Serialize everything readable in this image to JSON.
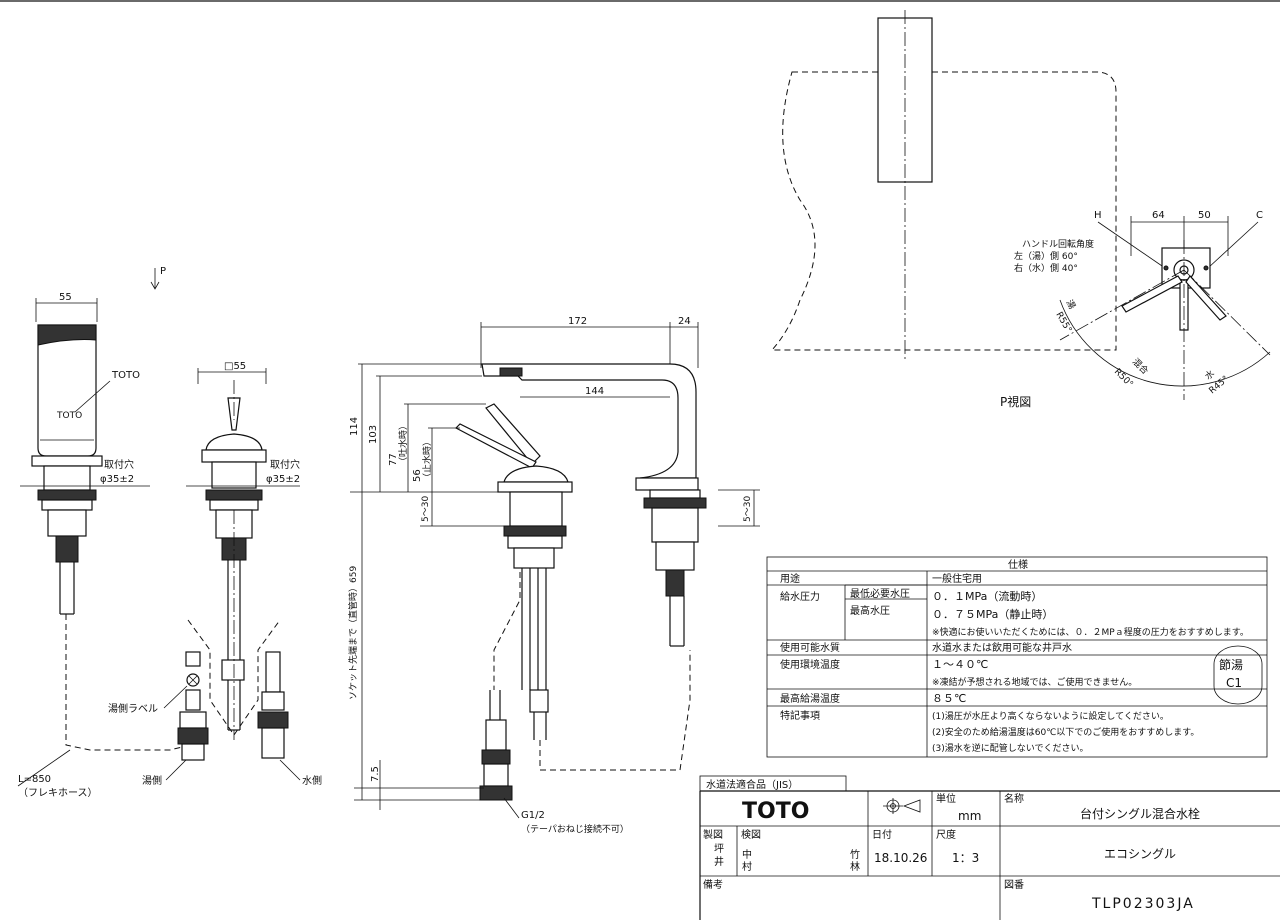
{
  "front_view": {
    "width_dim": "55",
    "brand_label": "TOTO",
    "mount_hole_label": "取付穴",
    "mount_hole_value": "φ35±2",
    "hose_length": "L=850",
    "hose_note": "（フレキホース）",
    "p_arrow_label": "P"
  },
  "side_view": {
    "width_dim": "□55",
    "mount_hole_label": "取付穴",
    "mount_hole_value": "φ35±2",
    "hot_label_note": "湯側ラベル",
    "hot_side": "湯側",
    "cold_side": "水側"
  },
  "elevation": {
    "dim_172": "172",
    "dim_24": "24",
    "dim_144": "144",
    "dim_114": "114",
    "dim_103": "103",
    "dim_77": "77",
    "note_77": "（吐水時）",
    "dim_56": "56",
    "note_56": "（止水時）",
    "dim_5_30_left": "5〜30",
    "dim_5_30_right": "5〜30",
    "dim_659": "ソケット先端まで（直管時）659",
    "dim_7_5": "7.5",
    "thread": "G1/2",
    "thread_note": "（テーパおねじ接続不可）"
  },
  "p_view": {
    "title": "P視図",
    "h_label": "H",
    "c_label": "C",
    "dim_64": "64",
    "dim_50": "50",
    "handle_angle_title": "ハンドル回転角度",
    "handle_left": "左（湯）側 60°",
    "handle_right": "右（水）側 40°",
    "arc_hot": "湯",
    "arc_hot_r": "R55°",
    "arc_mix": "混合",
    "arc_mix_r": "R50°",
    "arc_cold": "水",
    "arc_cold_r": "R45°"
  },
  "spec_table": {
    "title": "仕様",
    "rows": [
      {
        "label": "用途",
        "sub": "",
        "value": "一般住宅用"
      },
      {
        "label": "給水圧力",
        "sub": "最低必要水圧",
        "value": "０．１MPa（流動時）"
      },
      {
        "label": "",
        "sub": "最高水圧",
        "value": "０．７５MPa（静止時）"
      },
      {
        "label": "",
        "sub": "",
        "value": "※快適にお使いいただくためには、０．２MPａ程度の圧力をおすすめします。"
      },
      {
        "label": "使用可能水質",
        "sub": "",
        "value": "水道水または飲用可能な井戸水"
      },
      {
        "label": "使用環境温度",
        "sub": "",
        "value": "１〜４０℃"
      },
      {
        "label": "",
        "sub": "",
        "value": "※凍結が予想される地域では、ご使用できません。"
      },
      {
        "label": "最高給湯温度",
        "sub": "",
        "value": "８５℃"
      },
      {
        "label": "特記事項",
        "sub": "",
        "value": "(1)湯圧が水圧より高くならないように設定してください。"
      },
      {
        "label": "",
        "sub": "",
        "value": "(2)安全のため給湯温度は60℃以下でのご使用をおすすめします。"
      },
      {
        "label": "",
        "sub": "",
        "value": "(3)湯水を逆に配管しないでください。"
      }
    ],
    "stamp_top": "節湯",
    "stamp_bottom": "C1"
  },
  "title_block": {
    "jis": "水道法適合品（JIS）",
    "brand": "TOTO",
    "unit_label": "単位",
    "unit_value": "mm",
    "name_label": "名称",
    "name_value": "台付シングル混合水栓",
    "made_label": "製図",
    "made_value_1": "坪",
    "made_value_2": "井",
    "check_label": "検図",
    "check_value_1": "中",
    "check_value_2": "村",
    "check_value_3": "竹",
    "check_value_4": "林",
    "date_label": "日付",
    "date_value": "18.10.26",
    "scale_label": "尺度",
    "scale_value": "1：3",
    "product_value": "エコシングル",
    "notes_label": "備考",
    "drawing_no_label": "図番",
    "drawing_no_value": "TLP02303JA"
  }
}
